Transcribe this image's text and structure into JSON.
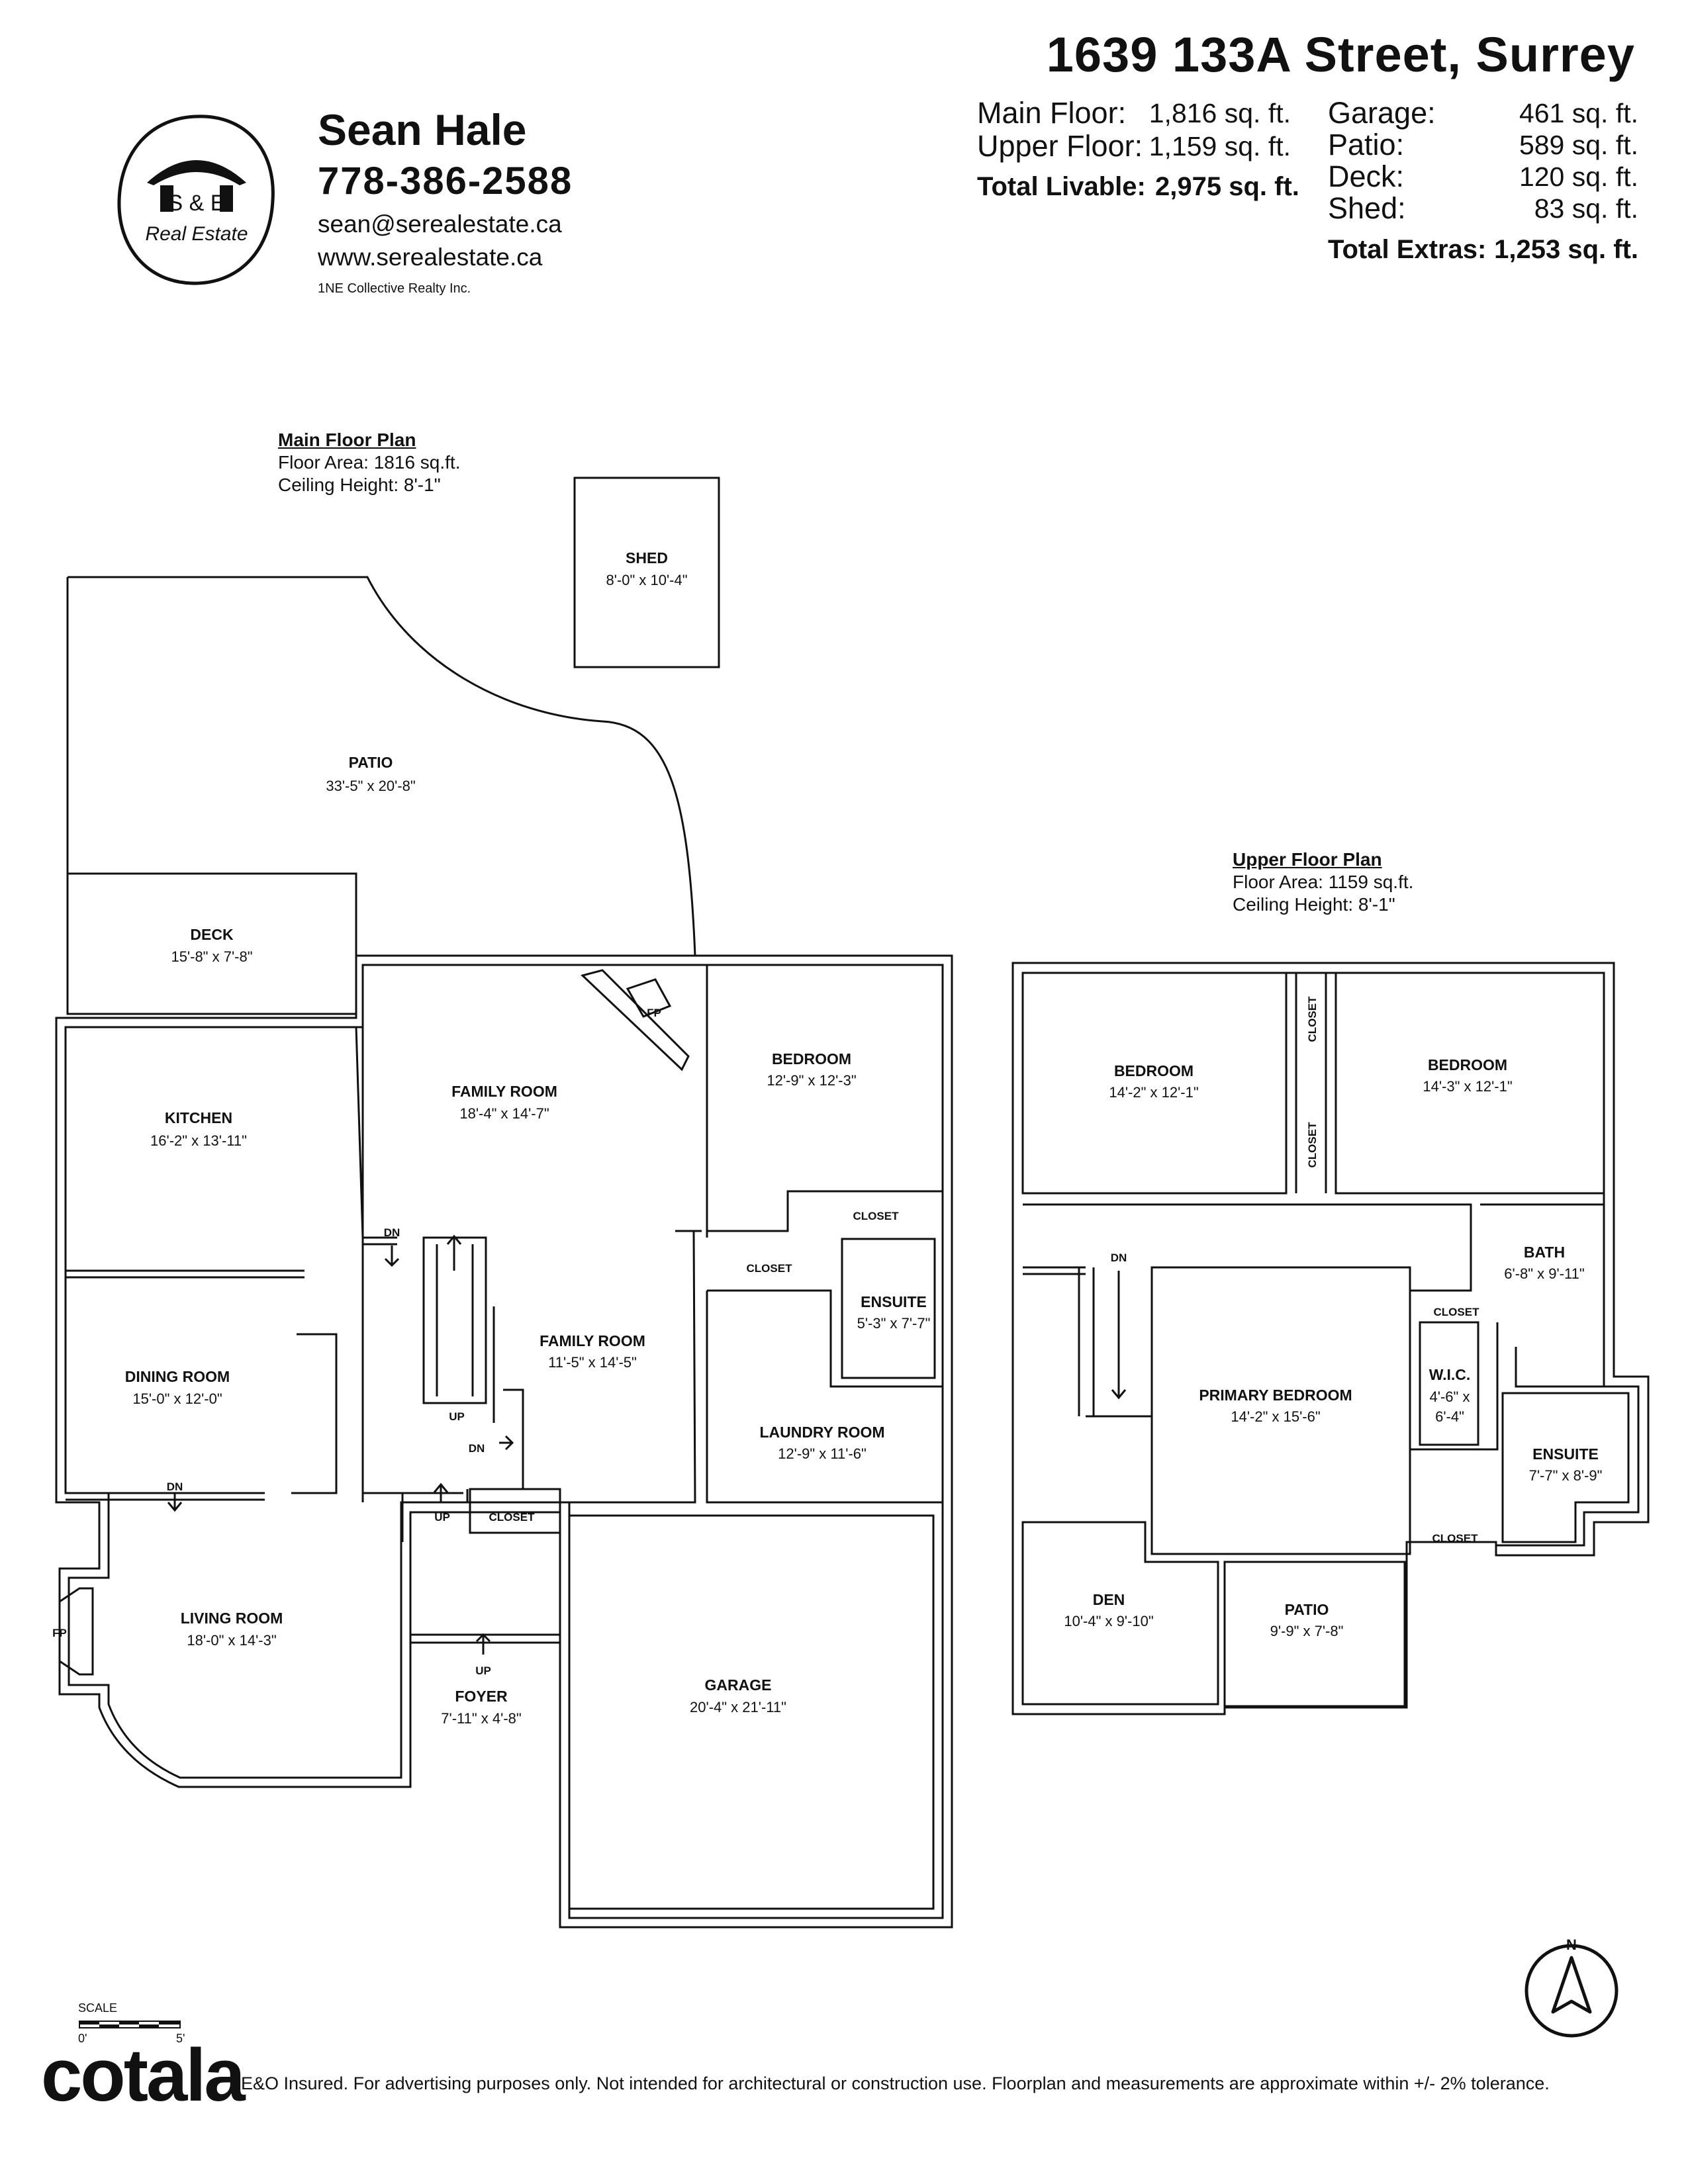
{
  "address": "1639 133A Street, Surrey",
  "agent": {
    "name": "Sean Hale",
    "phone": "778-386-2588",
    "email": "sean@serealestate.ca",
    "website": "www.serealestate.ca",
    "brokerage": "1NE Collective Realty Inc.",
    "logo_mark": "S & E",
    "logo_text": "Real Estate"
  },
  "areas": {
    "main_label": "Main Floor:",
    "main_value": "1,816 sq. ft.",
    "upper_label": "Upper Floor:",
    "upper_value": "1,159 sq. ft.",
    "total_livable_label": "Total Livable:",
    "total_livable_value": "2,975 sq. ft.",
    "garage_label": "Garage:",
    "garage_value": "461 sq. ft.",
    "patio_label": "Patio:",
    "patio_value": "589 sq. ft.",
    "deck_label": "Deck:",
    "deck_value": "120 sq. ft.",
    "shed_label": "Shed:",
    "shed_value": "83 sq. ft.",
    "total_extras_label": "Total Extras:",
    "total_extras_value": "1,253 sq. ft."
  },
  "main_plan": {
    "title": "Main Floor Plan",
    "floor_area": "Floor Area: 1816 sq.ft.",
    "ceiling": "Ceiling Height: 8'-1\"",
    "rooms": {
      "shed": {
        "name": "SHED",
        "dims": "8'-0\" x 10'-4\""
      },
      "patio": {
        "name": "PATIO",
        "dims": "33'-5\" x 20'-8\""
      },
      "deck": {
        "name": "DECK",
        "dims": "15'-8\" x 7'-8\""
      },
      "kitchen": {
        "name": "KITCHEN",
        "dims": "16'-2\" x 13'-11\""
      },
      "family1": {
        "name": "FAMILY ROOM",
        "dims": "18'-4\" x 14'-7\""
      },
      "family2": {
        "name": "FAMILY ROOM",
        "dims": "11'-5\" x 14'-5\""
      },
      "bedroom": {
        "name": "BEDROOM",
        "dims": "12'-9\" x 12'-3\""
      },
      "ensuite": {
        "name": "ENSUITE",
        "dims": "5'-3\" x 7'-7\""
      },
      "laundry": {
        "name": "LAUNDRY ROOM",
        "dims": "12'-9\" x 11'-6\""
      },
      "dining": {
        "name": "DINING ROOM",
        "dims": "15'-0\" x 12'-0\""
      },
      "living": {
        "name": "LIVING ROOM",
        "dims": "18'-0\" x 14'-3\""
      },
      "foyer": {
        "name": "FOYER",
        "dims": "7'-11\" x 4'-8\""
      },
      "garage": {
        "name": "GARAGE",
        "dims": "20'-4\" x 21'-11\""
      }
    },
    "labels": {
      "closet": "CLOSET",
      "fp": "FP",
      "dn": "DN",
      "up": "UP"
    }
  },
  "upper_plan": {
    "title": "Upper Floor Plan",
    "floor_area": "Floor Area: 1159 sq.ft.",
    "ceiling": "Ceiling Height: 8'-1\"",
    "rooms": {
      "bedroom1": {
        "name": "BEDROOM",
        "dims": "14'-2\" x 12'-1\""
      },
      "bedroom2": {
        "name": "BEDROOM",
        "dims": "14'-3\" x 12'-1\""
      },
      "bath": {
        "name": "BATH",
        "dims": "6'-8\" x 9'-11\""
      },
      "primary": {
        "name": "PRIMARY BEDROOM",
        "dims": "14'-2\" x 15'-6\""
      },
      "wic": {
        "name": "W.I.C.",
        "dims1": "4'-6\" x",
        "dims2": "6'-4\""
      },
      "ensuite": {
        "name": "ENSUITE",
        "dims": "7'-7\" x 8'-9\""
      },
      "den": {
        "name": "DEN",
        "dims": "10'-4\" x 9'-10\""
      },
      "patio": {
        "name": "PATIO",
        "dims": "9'-9\" x 7'-8\""
      }
    },
    "labels": {
      "closet": "CLOSET",
      "dn": "DN"
    }
  },
  "scale": {
    "label": "SCALE",
    "min": "0'",
    "max": "5'"
  },
  "compass": {
    "label": "N"
  },
  "footer": {
    "brand": "cotala",
    "disclaimer": "E&O Insured. For advertising purposes only. Not intended for architectural or construction use. Floorplan and measurements are approximate within +/- 2% tolerance."
  }
}
